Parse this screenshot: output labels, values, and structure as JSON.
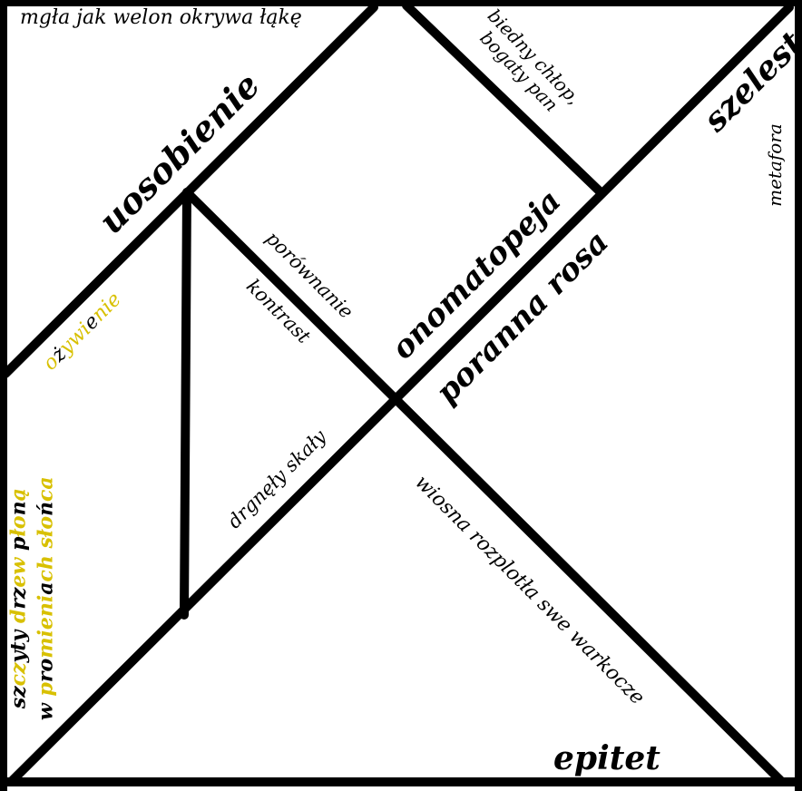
{
  "colors": {
    "background": "#ffffff",
    "lines": "#000000",
    "highlight": "#d8c000"
  },
  "labels": {
    "mgla": "mgła jak welon okrywa łąkę",
    "biedny_line1": "biedny chłop,",
    "biedny_line2": "bogaty pan",
    "uosobienie": "uosobienie",
    "szelest": "szelest",
    "metafora": "metafora",
    "porownanie": "porównanie",
    "kontrast": "kontrast",
    "onomatopeja": "onomatopeja",
    "poranna_rosa": "poranna rosa",
    "drgnely_skaly": "drgnęły skały",
    "wiosna": "wiosna rozplotła swe warkocze",
    "epitet": "epitet"
  },
  "ozywienie": {
    "p1": "o",
    "p2": "ż",
    "p3": "ywi",
    "p4": "e",
    "p5": "nie"
  },
  "szczyty_line1": {
    "p1": "sz",
    "p2": "cz",
    "p3": "yty ",
    "p4": "d",
    "p5": "rz",
    "p6": "ew ",
    "p7": "p",
    "p8": "ło",
    "p9": "n",
    "p10": "ą"
  },
  "szczyty_line2": {
    "p1": "w ",
    "p2": "p",
    "p3": "ro",
    "p4": "mieni",
    "p5": "a",
    "p6": "ch sło",
    "p7": "ń",
    "p8": "ca"
  }
}
